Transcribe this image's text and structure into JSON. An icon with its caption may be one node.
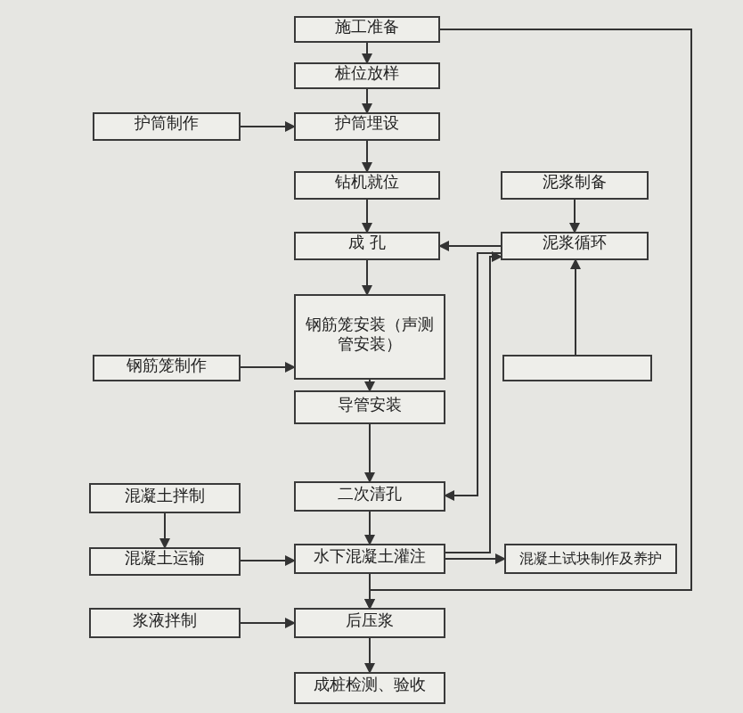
{
  "diagram": {
    "nodes": [
      {
        "text": [
          "施工准备"
        ]
      },
      {
        "text": [
          "桩位放样"
        ]
      },
      {
        "text": [
          "护筒制作"
        ]
      },
      {
        "text": [
          "护筒埋设"
        ]
      },
      {
        "text": [
          "钻机就位"
        ]
      },
      {
        "text": [
          "泥浆制备"
        ]
      },
      {
        "text": [
          "成 孔"
        ]
      },
      {
        "text": [
          "泥浆循环"
        ]
      },
      {
        "text": [
          "钢筋笼制作"
        ]
      },
      {
        "text": [
          "钢筋笼安装（声测管安装）"
        ]
      },
      {
        "text": [],
        "shape": "box"
      },
      {
        "text": [
          "导管安装"
        ]
      },
      {
        "text": [
          "混凝土拌制"
        ]
      },
      {
        "text": [
          "二次清孔"
        ]
      },
      {
        "text": [
          "混凝土运输"
        ]
      },
      {
        "text": [
          "水下混凝土灌注"
        ]
      },
      {
        "text": [
          "混凝土试块制作及养护"
        ]
      },
      {
        "text": [
          "浆液拌制"
        ]
      },
      {
        "text": [
          "后压浆"
        ]
      },
      {
        "text": [
          "成桩检测、验收"
        ]
      }
    ],
    "edges": [
      {
        "from": 0,
        "to": 1,
        "arrow": "to"
      },
      {
        "from": 1,
        "to": 3,
        "arrow": "to"
      },
      {
        "from": 2,
        "to": 3,
        "arrow": "to"
      },
      {
        "from": 3,
        "to": 4,
        "arrow": "to"
      },
      {
        "from": 4,
        "to": 6,
        "arrow": "to"
      },
      {
        "from": 5,
        "to": 7,
        "arrow": "to"
      },
      {
        "from": 7,
        "to": 6,
        "arrow": "to"
      },
      {
        "from": 7,
        "to": 13,
        "arrow": "to"
      },
      {
        "from": 6,
        "to": 9,
        "arrow": "to"
      },
      {
        "from": 8,
        "to": 9,
        "arrow": "to"
      },
      {
        "from": 9,
        "to": 11,
        "arrow": "to"
      },
      {
        "from": 11,
        "to": 13,
        "arrow": "to"
      },
      {
        "from": 13,
        "to": 15,
        "arrow": "to"
      },
      {
        "from": 12,
        "to": 14,
        "arrow": "to"
      },
      {
        "from": 14,
        "to": 15,
        "arrow": "to"
      },
      {
        "from": 15,
        "to": 16,
        "arrow": "to"
      },
      {
        "from": 15,
        "to": 18,
        "arrow": "to"
      },
      {
        "from": 17,
        "to": 18,
        "arrow": "to"
      },
      {
        "from": 18,
        "to": 19,
        "arrow": "to"
      },
      {
        "from": 0,
        "to": 18,
        "arrow": "to"
      },
      {
        "from": 10,
        "to": 7,
        "arrow": "to"
      },
      {
        "from": 15,
        "to": 7,
        "arrow": "to"
      }
    ]
  }
}
